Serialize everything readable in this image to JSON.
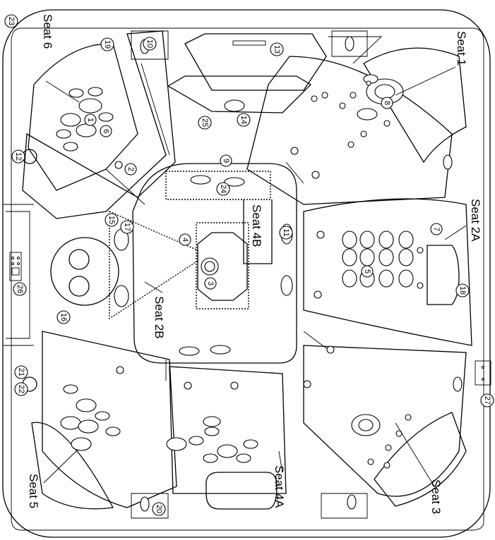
{
  "seat_labels": {
    "seat1": "Seat 1",
    "seat2a": "Seat 2A",
    "seat2b": "Seat 2B",
    "seat3": "Seat 3",
    "seat4a": "Seat 4A",
    "seat4b": "Seat 4B",
    "seat5": "Seat 5",
    "seat6": "Seat 6"
  },
  "callouts": [
    {
      "id": "c1",
      "n": "1"
    },
    {
      "id": "c2",
      "n": "2"
    },
    {
      "id": "c3",
      "n": "3"
    },
    {
      "id": "c4",
      "n": "4"
    },
    {
      "id": "c5",
      "n": "5"
    },
    {
      "id": "c6",
      "n": "6"
    },
    {
      "id": "c7",
      "n": "7"
    },
    {
      "id": "c8",
      "n": "8"
    },
    {
      "id": "c9",
      "n": "9"
    },
    {
      "id": "c10",
      "n": "10"
    },
    {
      "id": "c11",
      "n": "11"
    },
    {
      "id": "c12",
      "n": "12"
    },
    {
      "id": "c13",
      "n": "13"
    },
    {
      "id": "c14",
      "n": "14"
    },
    {
      "id": "c15",
      "n": "15"
    },
    {
      "id": "c16",
      "n": "16"
    },
    {
      "id": "c17",
      "n": "17"
    },
    {
      "id": "c18",
      "n": "18"
    },
    {
      "id": "c19",
      "n": "19"
    },
    {
      "id": "c20",
      "n": "20"
    },
    {
      "id": "c21",
      "n": "21"
    },
    {
      "id": "c22",
      "n": "22"
    },
    {
      "id": "c23",
      "n": "23"
    },
    {
      "id": "c24",
      "n": "24"
    },
    {
      "id": "c25",
      "n": "25"
    },
    {
      "id": "c26",
      "n": "26"
    },
    {
      "id": "c27",
      "n": "27"
    }
  ]
}
